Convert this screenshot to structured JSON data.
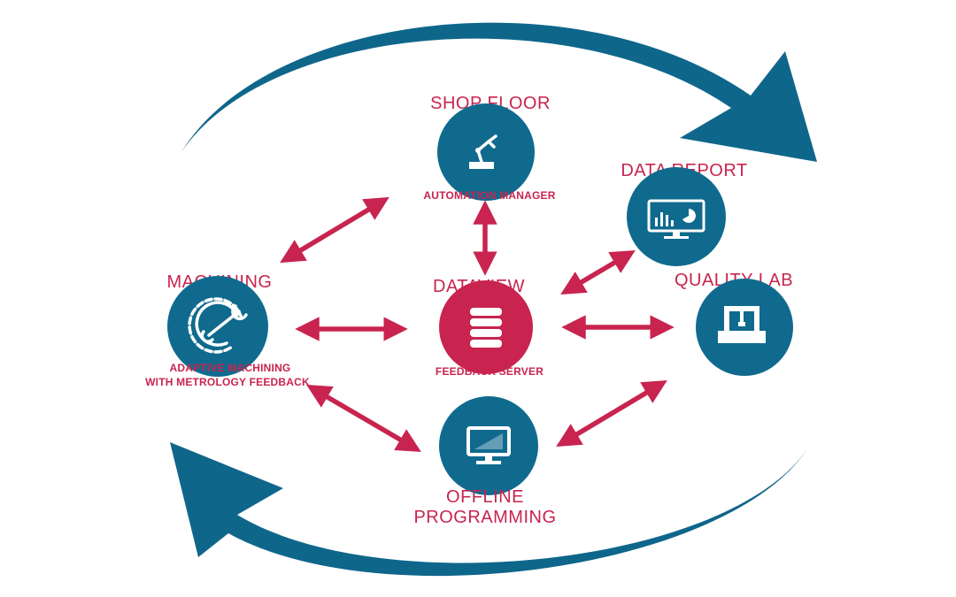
{
  "colors": {
    "cycle_blue": "#0f668b",
    "accent_red": "#c8244f",
    "node_blue": "#106a8e",
    "node_red": "#c8244f",
    "icon": "#ffffff"
  },
  "nodes": {
    "shop_floor": {
      "title": "SHOP FLOOR",
      "subtitle": "AUTOMATION MANAGER",
      "icon": "robot-arm-icon"
    },
    "data_report": {
      "title": "DATA REPORT",
      "icon": "monitor-chart-icon"
    },
    "machining": {
      "title": "MACHINING",
      "subtitle_line1": "ADAPTIVE MACHINING",
      "subtitle_line2": "WITH METROLOGY FEEDBACK",
      "icon": "gear-wrench-icon"
    },
    "dataview": {
      "title": "DATAVIEW",
      "subtitle": "FEEDBACK SERVER",
      "icon": "database-icon"
    },
    "quality_lab": {
      "title": "QUALITY LAB",
      "icon": "cmm-machine-icon"
    },
    "offline_programming": {
      "title_line1": "OFFLINE",
      "title_line2": "PROGRAMMING",
      "icon": "monitor-icon"
    }
  },
  "connections": [
    {
      "from": "machining",
      "to": "shop_floor",
      "direction": "both"
    },
    {
      "from": "shop_floor",
      "to": "dataview",
      "direction": "both"
    },
    {
      "from": "dataview",
      "to": "data_report",
      "direction": "both"
    },
    {
      "from": "machining",
      "to": "dataview",
      "direction": "both"
    },
    {
      "from": "dataview",
      "to": "quality_lab",
      "direction": "both"
    },
    {
      "from": "machining",
      "to": "offline_programming",
      "direction": "both"
    },
    {
      "from": "offline_programming",
      "to": "quality_lab",
      "direction": "both"
    }
  ]
}
